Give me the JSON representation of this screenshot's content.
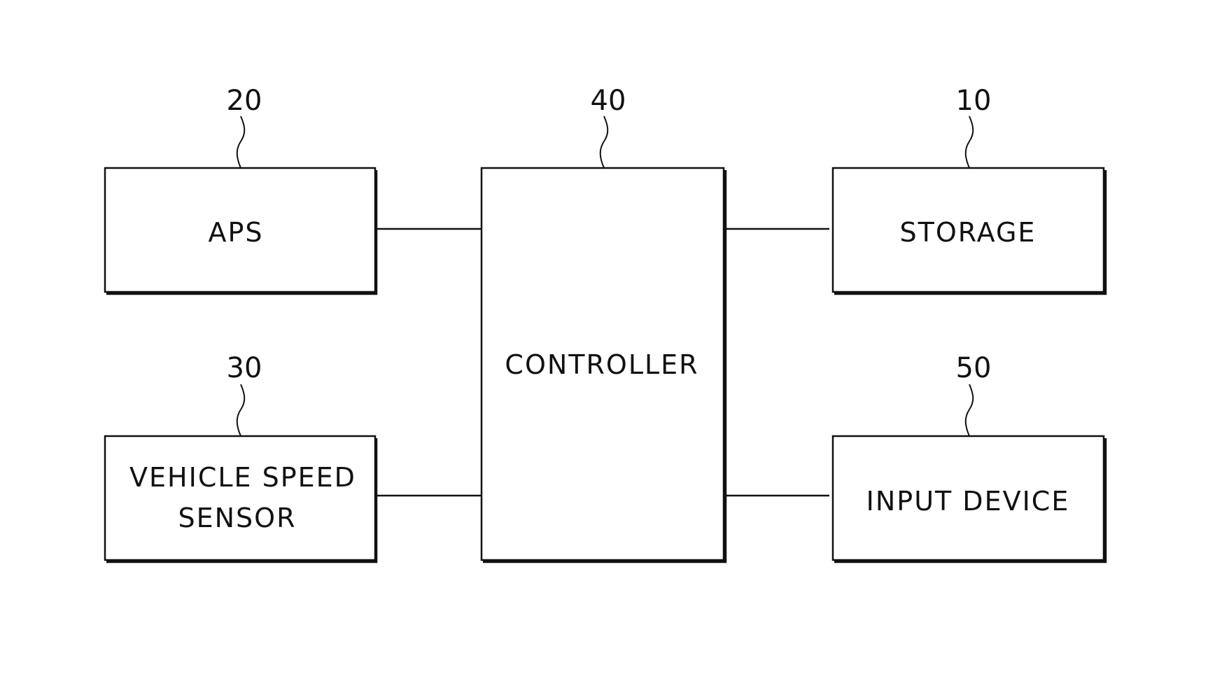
{
  "diagram": {
    "blocks": {
      "aps": {
        "label": "APS",
        "ref": "20"
      },
      "vehicle_speed_sensor": {
        "label_lines": [
          "VEHICLE SPEED",
          "SENSOR"
        ],
        "ref": "30"
      },
      "controller": {
        "label": "CONTROLLER",
        "ref": "40"
      },
      "storage": {
        "label": "STORAGE",
        "ref": "10"
      },
      "input_device": {
        "label": "INPUT DEVICE",
        "ref": "50"
      }
    },
    "connections": [
      {
        "from": "aps",
        "to": "controller"
      },
      {
        "from": "vehicle_speed_sensor",
        "to": "controller"
      },
      {
        "from": "controller",
        "to": "storage"
      },
      {
        "from": "controller",
        "to": "input_device"
      }
    ]
  }
}
